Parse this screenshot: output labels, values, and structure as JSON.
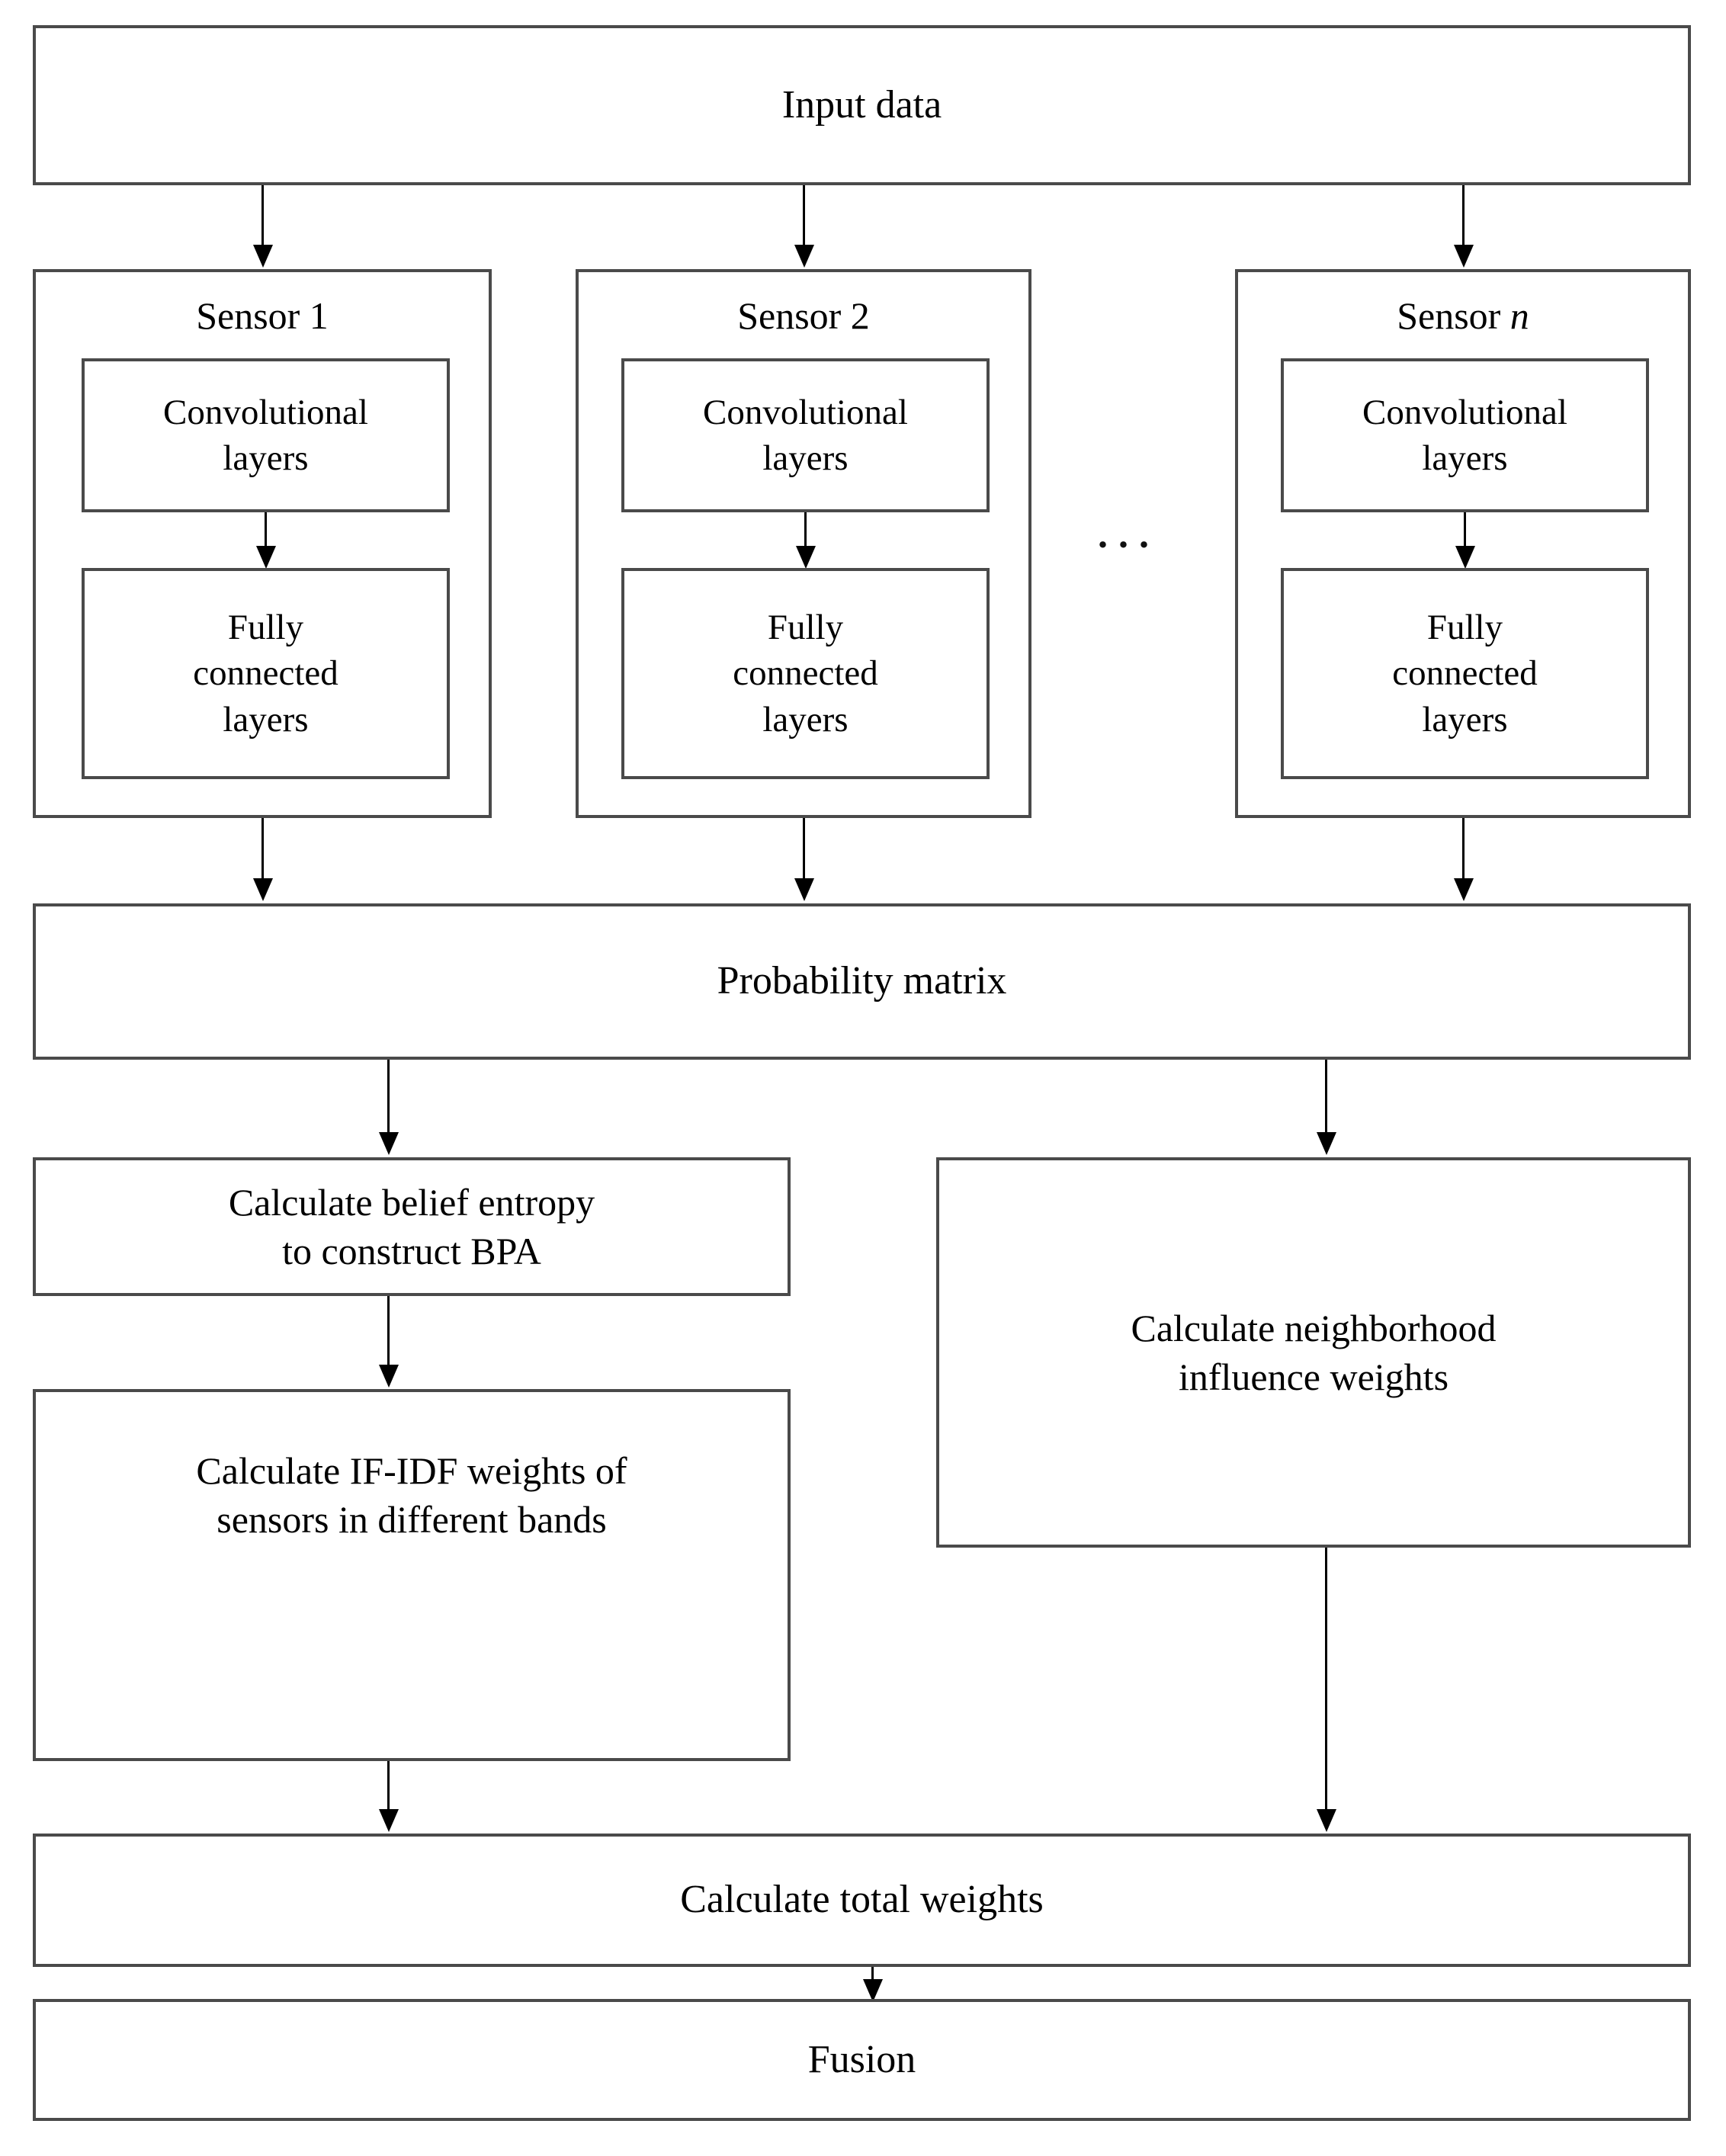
{
  "diagram": {
    "title": "Multi-sensor deep learning evidence fusion flowchart",
    "colors": {
      "box_border": "#4a4a4a",
      "arrow": "#000000",
      "background": "#ffffff",
      "text": "#000000"
    },
    "nodes": {
      "input_data": "Input data",
      "sensor1_title": "Sensor 1",
      "sensor2_title": "Sensor 2",
      "sensorn_title_prefix": "Sensor ",
      "sensorn_title_symbol": "n",
      "convolutional_layers": "Convolutional\nlayers",
      "fully_connected_layers": "Fully\nconnected\nlayers",
      "ellipsis": "...",
      "probability_matrix": "Probability matrix",
      "belief_entropy": "Calculate belief entropy\nto construct BPA",
      "neighborhood_weights": "Calculate neighborhood\ninfluence weights",
      "if_idf_weights": "Calculate IF-IDF weights of\nsensors in different bands",
      "total_weights": "Calculate total weights",
      "fusion": "Fusion"
    },
    "edges": [
      {
        "from": "input_data",
        "to": "sensor1"
      },
      {
        "from": "input_data",
        "to": "sensor2"
      },
      {
        "from": "input_data",
        "to": "sensorn"
      },
      {
        "from": "sensor1_conv",
        "to": "sensor1_fc"
      },
      {
        "from": "sensor2_conv",
        "to": "sensor2_fc"
      },
      {
        "from": "sensorn_conv",
        "to": "sensorn_fc"
      },
      {
        "from": "sensor1",
        "to": "probability_matrix"
      },
      {
        "from": "sensor2",
        "to": "probability_matrix"
      },
      {
        "from": "sensorn",
        "to": "probability_matrix"
      },
      {
        "from": "probability_matrix",
        "to": "belief_entropy"
      },
      {
        "from": "probability_matrix",
        "to": "neighborhood_weights"
      },
      {
        "from": "belief_entropy",
        "to": "if_idf_weights"
      },
      {
        "from": "if_idf_weights",
        "to": "total_weights"
      },
      {
        "from": "neighborhood_weights",
        "to": "total_weights"
      },
      {
        "from": "total_weights",
        "to": "fusion"
      }
    ]
  }
}
